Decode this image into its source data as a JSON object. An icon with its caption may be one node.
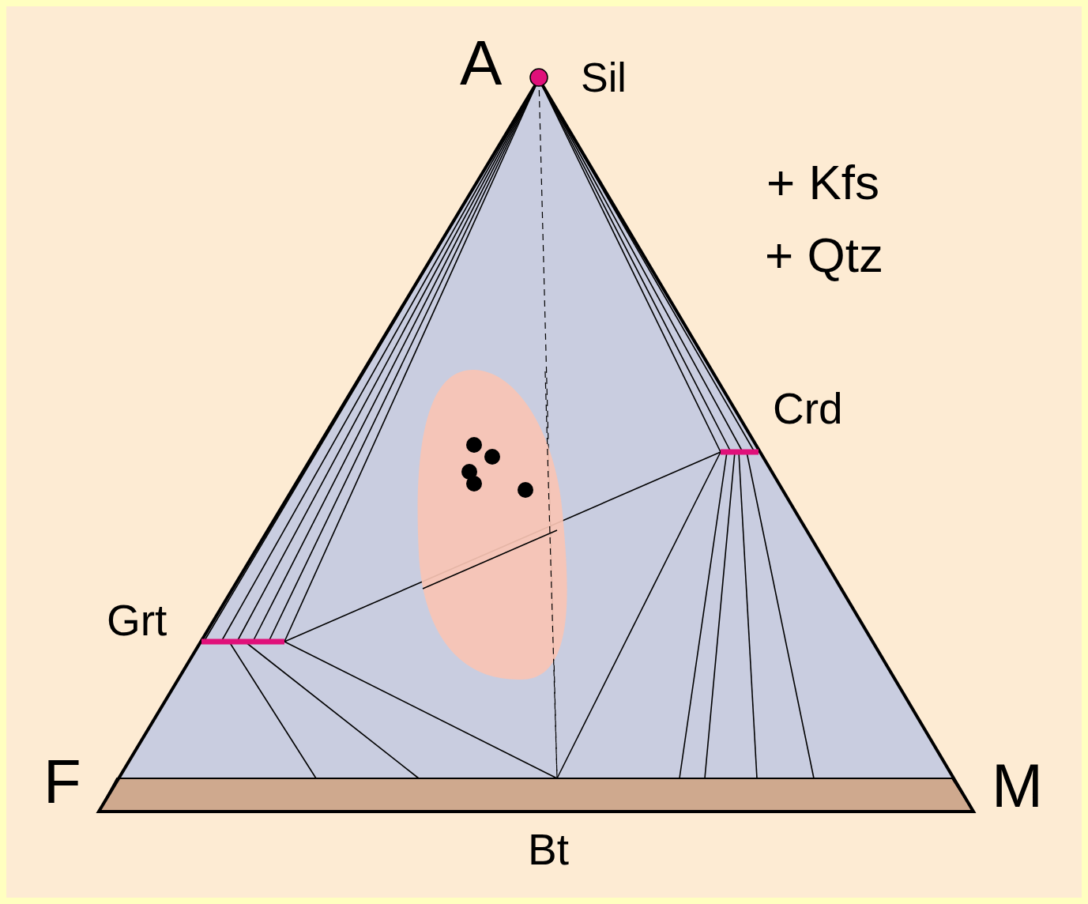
{
  "diagram": {
    "labels": [
      "A",
      "Sil",
      "+ Kfs",
      "+ Qtz",
      "Crd",
      "Grt",
      "F",
      "M",
      "Bt"
    ]
  }
}
